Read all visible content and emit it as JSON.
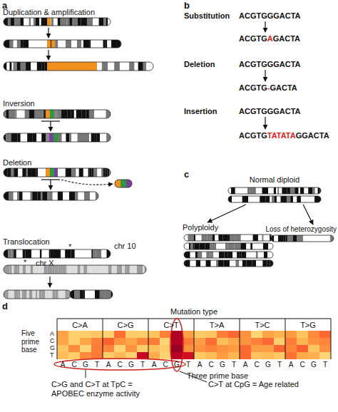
{
  "diagram": {
    "nodes": [
      {
        "text": [
          "Normal diploid"
        ]
      },
      {
        "text": [
          "Polyploidy"
        ]
      },
      {
        "text": [
          "Loss of heterozygosity"
        ]
      }
    ],
    "edges": [
      {
        "from": 0,
        "to": 1,
        "arrow": "to"
      },
      {
        "from": 0,
        "to": 2,
        "arrow": "to"
      }
    ],
    "labels": [
      "a",
      "Duplication & amplification",
      "Inversion",
      "Deletion",
      "Translocation",
      "*",
      "chr 10",
      "*",
      "chr X",
      "b",
      "Substitution",
      "ACGTGGGACTA",
      "ACGTGAGACTA",
      "Deletion",
      "ACGTGGGACTA",
      "ACGTG-GACTA",
      "Insertion",
      "ACGTGGGACTA",
      "ACGTGTATATAGGACTA",
      "c",
      "d",
      "Mutation type",
      "C>A",
      "C>G",
      "C>T",
      "T>A",
      "T>C",
      "T>G",
      "Five prime base",
      "A",
      "C",
      "G",
      "T",
      "ACGT",
      "ACGT",
      "ACGT",
      "ACGT",
      "ACGT",
      "ACGT",
      "Three prime base",
      "C>G and C>T at TpC = APOBEC enzyme activity",
      "C>T at CpG = Age related"
    ]
  }
}
